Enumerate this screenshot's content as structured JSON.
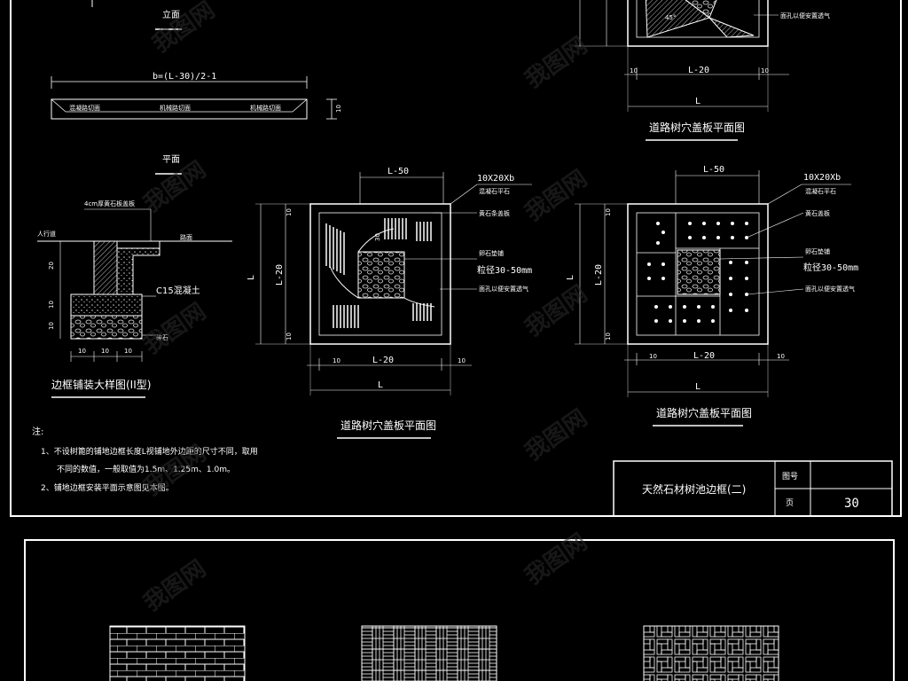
{
  "elevation": {
    "title": "立面",
    "formula": "b=(L-30)/2-1",
    "labels": [
      "混凝路切面",
      "机械路切面",
      "机械路切面"
    ],
    "height": "10"
  },
  "plan": {
    "title": "平面",
    "top_note": "4cm厚黄石板盖板",
    "left_label": "人行道",
    "right_label": "路面",
    "concrete": "C15混凝土",
    "gravel": "碎石",
    "h1": "20",
    "h2": "10",
    "h3": "10",
    "w1": "10",
    "w2": "10",
    "w3": "10",
    "caption": "边框铺装大样图(II型)"
  },
  "tree_pit_1": {
    "top_dim": "L-50",
    "spec": "10X20Xb",
    "spec_note": "混凝石平石",
    "label1": "黄石条盖板",
    "label2": "卵石垫铺",
    "gravel_size": "粒径30-50mm",
    "label3": "面孔以便安置透气",
    "left_dim_outer": "L",
    "left_dim_inner": "L-20",
    "left_small_top": "10",
    "left_small_bot": "10",
    "inner_30": "30",
    "bottom_10_left": "10",
    "bottom_mid": "L-20",
    "bottom_10_right": "10",
    "bottom_L": "L",
    "caption": "道路树穴盖板平面图"
  },
  "tree_pit_2": {
    "top_dim": "L-50",
    "spec": "10X20Xb",
    "spec_note": "混凝石平石",
    "label1": "黄石盖板",
    "label2": "卵石垫铺",
    "gravel_size": "粒径30-50mm",
    "label3": "面孔以便安置透气",
    "left_dim_outer": "L",
    "left_dim_inner": "L-20",
    "left_small_top": "10",
    "left_small_bot": "10",
    "bottom_10_left": "10",
    "bottom_mid": "L-20",
    "bottom_10_right": "10",
    "bottom_L": "L",
    "caption": "道路树穴盖板平面图"
  },
  "tree_pit_top": {
    "angle": "45°",
    "note": "面孔以便安置透气",
    "dim_10_left": "10",
    "dim_mid": "L-20",
    "dim_10_right": "10",
    "dim_L": "L",
    "caption": "道路树穴盖板平面图"
  },
  "notes": {
    "title": "注:",
    "line1": "1、不设树篦的铺地边框长度L视铺地外边距的尺寸不同，取用",
    "line2": "不同的数值，一般取值为1.5m、1.25m、1.0m。",
    "line3": "2、铺地边框安装平面示意图见本图。"
  },
  "title_block": {
    "drawing_name": "天然石材树池边框(二)",
    "label_no": "图号",
    "label_page": "页",
    "page_value": "30"
  },
  "watermark": "我图网"
}
